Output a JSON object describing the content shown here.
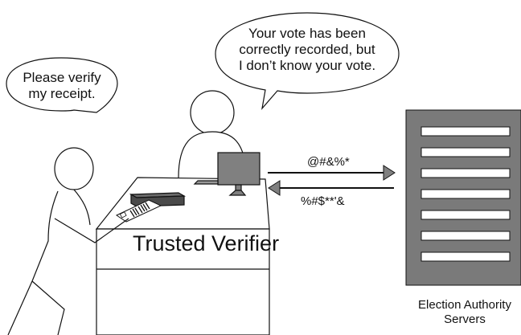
{
  "voter_bubble": {
    "lines": [
      "Please verify",
      "my receipt."
    ]
  },
  "verifier_bubble": {
    "lines": [
      "Your vote has been",
      "correctly recorded, but",
      "I don’t know your vote."
    ]
  },
  "desk": {
    "label": "Trusted Verifier"
  },
  "messages": {
    "outgoing": "@#&%*",
    "incoming": "%#$**'&"
  },
  "servers": {
    "label_lines": [
      "Election Authority",
      "Servers"
    ],
    "slot_count": 7
  },
  "colors": {
    "outline": "#111111",
    "monitor": "#808080",
    "server_body": "#7a7a7a",
    "device": "#4a4a4a",
    "paper": "#ffffff"
  }
}
